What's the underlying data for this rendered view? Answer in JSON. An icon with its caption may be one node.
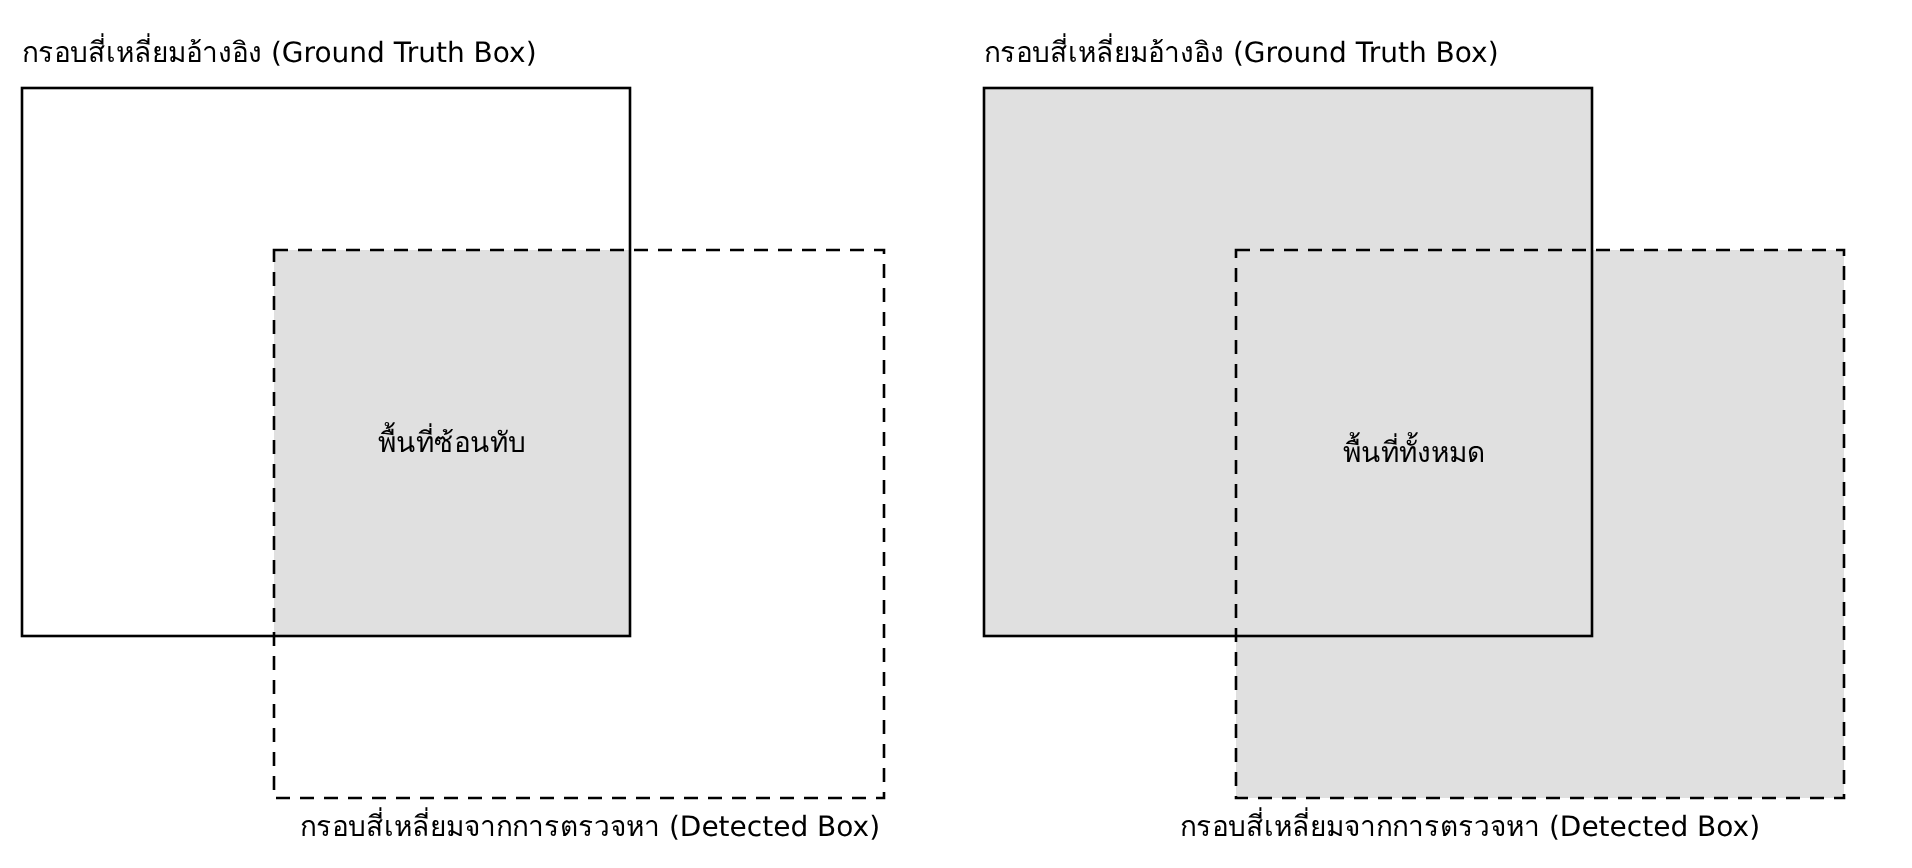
{
  "diagram": {
    "nodes": [
      {
        "text": [
          "กรอบสี่เหลี่ยมอ้างอิง (Ground Truth Box)"
        ]
      },
      {
        "text": [
          "กรอบสี่เหลี่ยมจากการตรวจหา (Detected Box)"
        ]
      },
      {
        "text": [
          "พื้นที่ซ้อนทับ"
        ]
      },
      {
        "text": [
          "กรอบสี่เหลี่ยมอ้างอิง (Ground Truth Box)"
        ]
      },
      {
        "text": [
          "กรอบสี่เหลี่ยมจากการตรวจหา (Detected Box)"
        ]
      }
    ],
    "labels": [
      "พื้นที่ทั้งหมด"
    ]
  }
}
